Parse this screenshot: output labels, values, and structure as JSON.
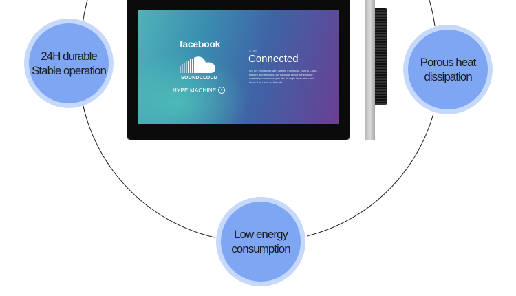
{
  "features": {
    "left": {
      "line1": "24H durable",
      "line2": "Stable operation"
    },
    "right": {
      "line1": "Porous heat",
      "line2": "dissipation"
    },
    "bottom": {
      "line1": "Low energy",
      "line2": "consumption"
    }
  },
  "screen": {
    "facebook": "facebook",
    "soundcloud": "SOUNDCLOUD",
    "hype_machine": "HYPE MACHINE",
    "stay": "STAY",
    "connected": "Connected",
    "body": "We are connected with Twitter, Facebook, Sound Cloud, Hypem and the likes. Let us know about the kinds of musical performance you like through these sites and leave it on us to do the rest."
  },
  "colors": {
    "bubble_fill": "#7fa6f3",
    "bubble_ring": "#c7d9fb",
    "circle_line": "#1a1a1a"
  }
}
